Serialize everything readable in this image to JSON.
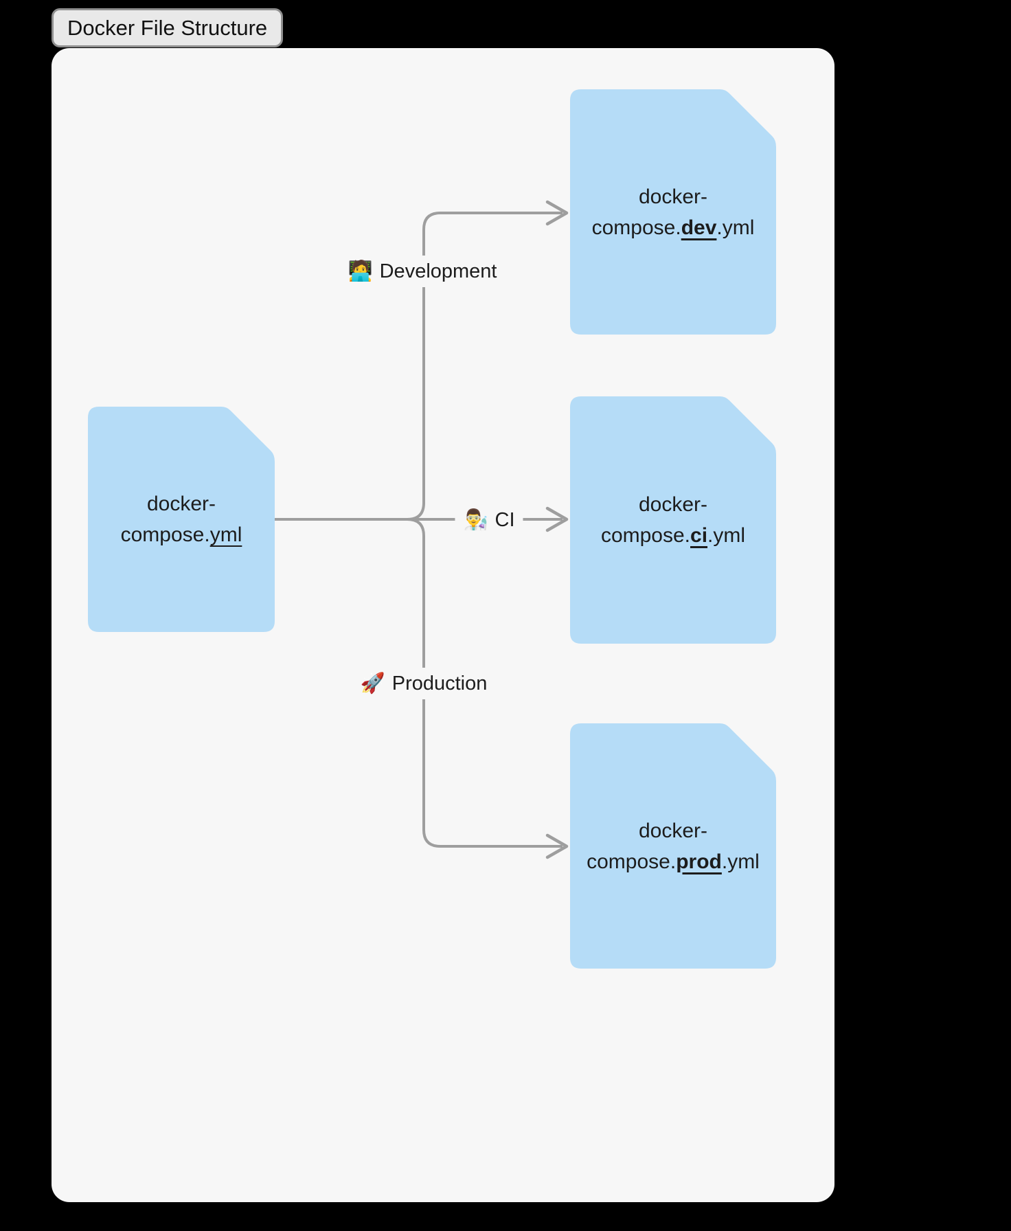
{
  "title": "Docker File Structure",
  "colors": {
    "page_bg": "#000000",
    "panel_bg": "#f7f7f7",
    "node_fill": "#b5dcf7",
    "edge_stroke": "#9e9e9e",
    "badge_bg": "#e9e9e9",
    "badge_border": "#8f8f8f",
    "text": "#1c1c1c"
  },
  "source_node": {
    "line1": "docker-",
    "line2_prefix": "compose.",
    "line2_em": "yml",
    "line2_suffix": ""
  },
  "branches": {
    "development": {
      "icon": "🧑‍💻",
      "label": "Development",
      "node": {
        "line1": "docker-",
        "line2_prefix": "compose.",
        "line2_em": "dev",
        "line2_suffix": ".yml"
      }
    },
    "ci": {
      "icon": "👨‍🔬",
      "label": "CI",
      "node": {
        "line1": "docker-",
        "line2_prefix": "compose.",
        "line2_em": "ci",
        "line2_suffix": ".yml"
      }
    },
    "production": {
      "icon": "🚀",
      "label": "Production",
      "node": {
        "line1": "docker-",
        "line2_prefix": "compose.",
        "line2_em": "prod",
        "line2_suffix": ".yml"
      }
    }
  }
}
